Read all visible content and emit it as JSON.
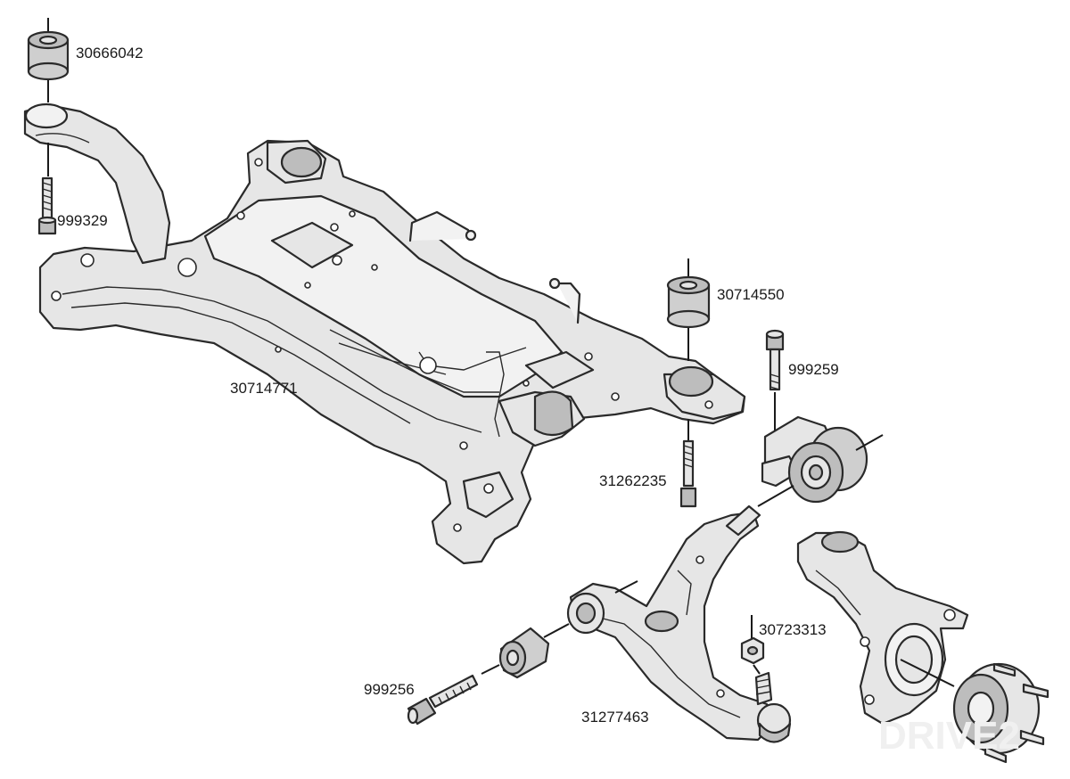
{
  "part_numbers": {
    "upper_bushing": "30666042",
    "rear_bolt": "999329",
    "subframe": "30714771",
    "rear_mount_bushing": "30714550",
    "mount_bolt": "999259",
    "subframe_bolt": "31262235",
    "ball_joint_nut": "30723313",
    "arm_bolt": "999256",
    "control_arm": "31277463"
  },
  "watermark": "DRIVE2"
}
